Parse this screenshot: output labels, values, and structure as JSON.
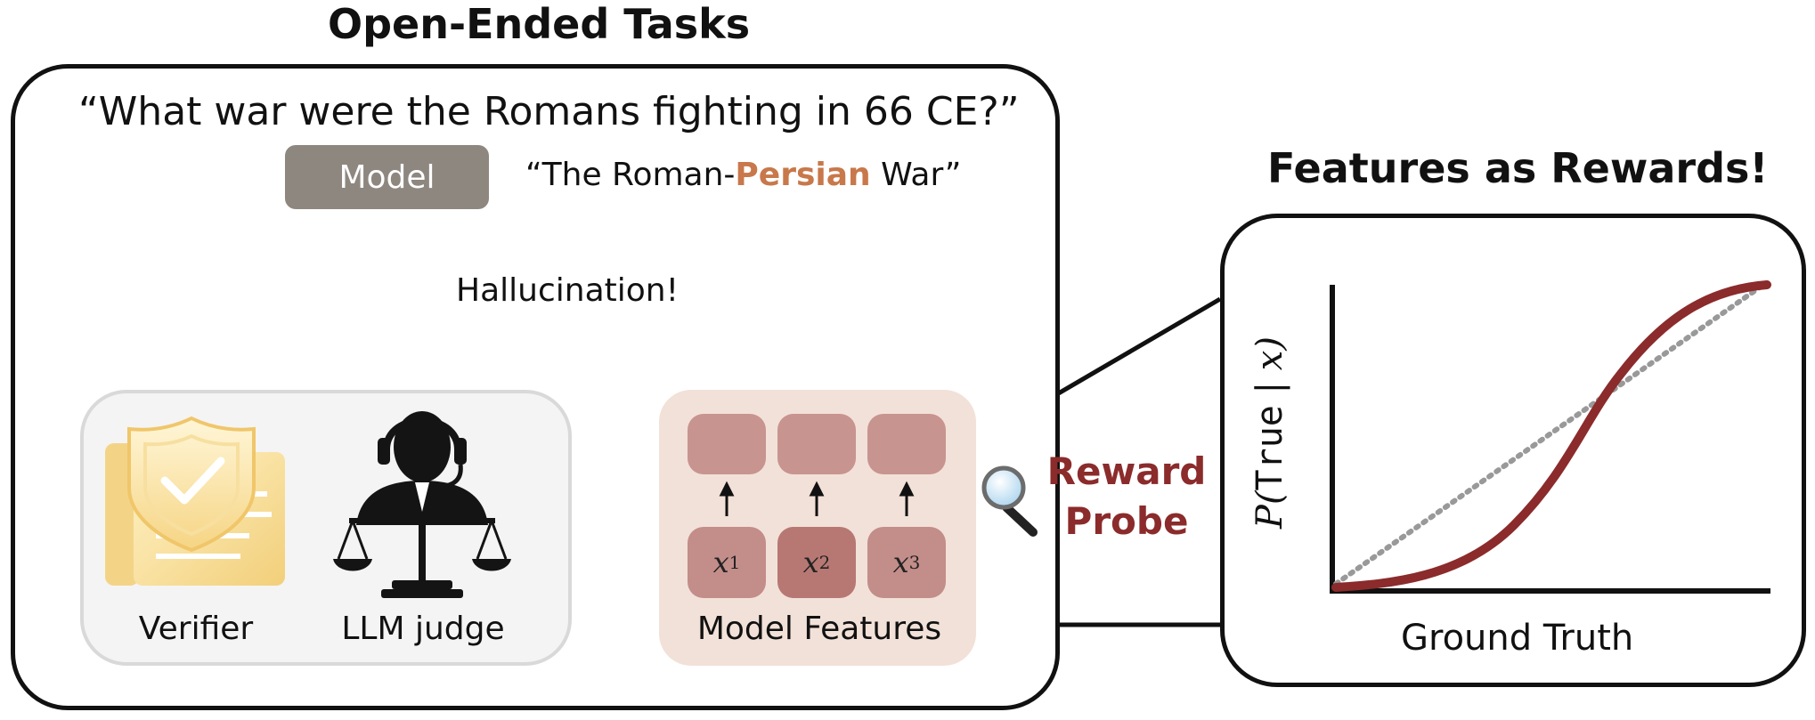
{
  "left_panel": {
    "title": "Open-Ended Tasks",
    "question": "“What war were the Romans fighting in 66 CE?”",
    "model_label": "Model",
    "answer": {
      "prefix": "“The Roman-",
      "highlight": "Persian",
      "suffix": " War”"
    },
    "hallucination_label": "Hallucination!",
    "verifier_label": "Verifier",
    "judge_label": "LLM judge",
    "features_label": "Model Features",
    "feature_inputs": [
      {
        "var": "x",
        "sub": "1"
      },
      {
        "var": "x",
        "sub": "2"
      },
      {
        "var": "x",
        "sub": "3"
      }
    ]
  },
  "probe": {
    "line1": "Reward",
    "line2": "Probe",
    "icon": "magnifying-glass-icon"
  },
  "right_panel": {
    "title": "Features as Rewards!",
    "xlabel": "Ground Truth",
    "ylabel_prefix": "P(",
    "ylabel_mono": "True",
    "ylabel_suffix": " | x)"
  },
  "colors": {
    "accent_red": "#8b2b2b",
    "persian_orange": "#c8784a",
    "model_gray": "#8e8780",
    "feature_bg": "#f2e1d8",
    "feature_cell": "#c89490"
  }
}
